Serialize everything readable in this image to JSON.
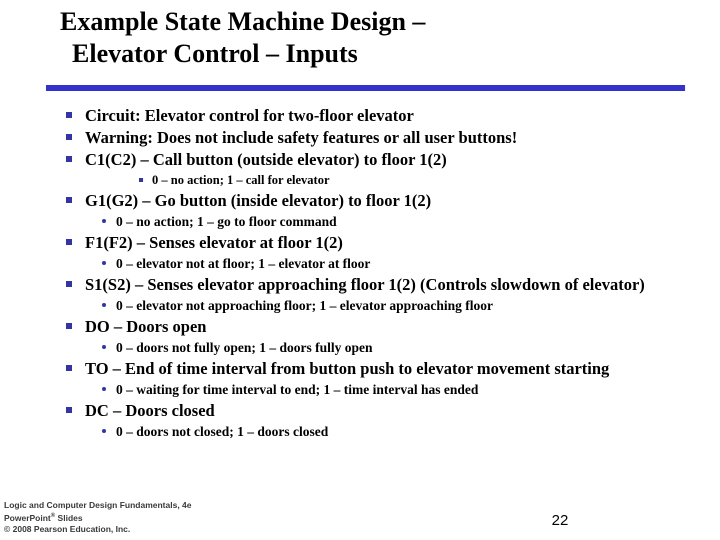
{
  "slide": {
    "title_line_1": "Example State Machine Design –",
    "title_line_2": "Elevator Control – Inputs",
    "accent_color": "#3333cc",
    "bullet_color": "#3333aa",
    "background_color": "#ffffff"
  },
  "body": {
    "items": [
      {
        "level": 1,
        "style": "square",
        "text": "Circuit: Elevator control for two-floor elevator"
      },
      {
        "level": 1,
        "style": "square",
        "text": "Warning: Does not include safety features or all user buttons!"
      },
      {
        "level": 1,
        "style": "square",
        "text": "C1(C2) – Call button (outside elevator) to floor 1(2)"
      },
      {
        "level": 2,
        "style": "square-small",
        "text": "0 – no action; 1 – call for elevator"
      },
      {
        "level": 1,
        "style": "square",
        "text": "G1(G2) – Go button (inside elevator) to floor 1(2)"
      },
      {
        "level": 2,
        "style": "dot",
        "text": "0 – no action; 1 – go to floor command"
      },
      {
        "level": 1,
        "style": "square",
        "text": "F1(F2) – Senses elevator at floor 1(2)"
      },
      {
        "level": 2,
        "style": "dot",
        "text": "0 – elevator not at floor; 1 – elevator at floor"
      },
      {
        "level": 1,
        "style": "square",
        "text": "S1(S2) – Senses elevator approaching floor 1(2) (Controls slowdown of elevator)"
      },
      {
        "level": 2,
        "style": "dot",
        "text": "0 – elevator not approaching floor; 1 – elevator approaching floor"
      },
      {
        "level": 1,
        "style": "square",
        "text": "DO – Doors open"
      },
      {
        "level": 2,
        "style": "dot",
        "text": "0 – doors not fully open; 1 – doors fully open"
      },
      {
        "level": 1,
        "style": "square",
        "text": "TO – End of time interval from button push to elevator movement starting"
      },
      {
        "level": 2,
        "style": "dot",
        "text": "0 – waiting for time interval to end; 1 – time interval has ended"
      },
      {
        "level": 1,
        "style": "square",
        "text": "DC – Doors closed"
      },
      {
        "level": 2,
        "style": "dot",
        "text": "0 – doors not closed; 1 – doors closed"
      }
    ]
  },
  "footer": {
    "line_1": "Logic and Computer Design Fundamentals, 4e",
    "line_2_pre": "PowerPoint",
    "line_2_sup": "®",
    "line_2_post": " Slides",
    "line_3": "© 2008 Pearson Education, Inc.",
    "page_number": "22"
  }
}
